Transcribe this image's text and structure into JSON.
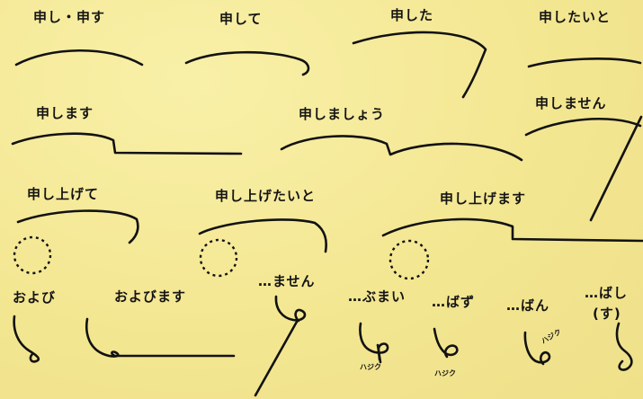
{
  "labels": {
    "moshi_mosu": "申し・申す",
    "moshite": "申して",
    "moshita": "申した",
    "moshitaito": "申したいと",
    "moshimasu": "申します",
    "moshimashou": "申しましょう",
    "moshimasen": "申しません",
    "moshiagete": "申し上げて",
    "moshiagetaito": "申し上げたいと",
    "moshiagemasu": "申し上げます",
    "oyobi": "および",
    "oyobimasu": "およびます",
    "masen": "…ません",
    "bumai": "…ぶまい",
    "bazu": "…ばず",
    "ban": "…ばん",
    "bashi": "…ばし",
    "su": "(す)",
    "hajiku_1": "ハジク",
    "hajiku_2": "ハジク",
    "hajiku_3": "ハジク"
  }
}
